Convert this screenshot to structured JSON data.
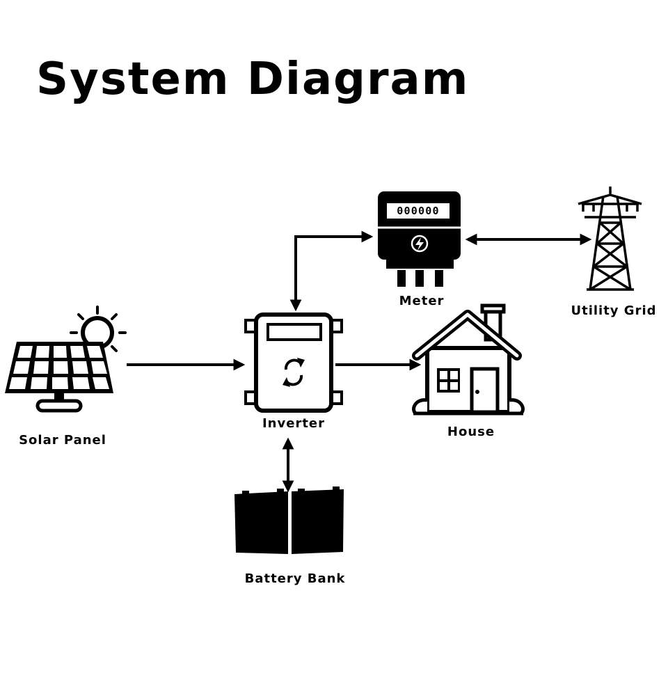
{
  "title": "System Diagram",
  "meter": {
    "digits": "000000"
  },
  "nodes": {
    "solar_panel": {
      "label": "Solar Panel",
      "icon": "solar-panel-icon"
    },
    "inverter": {
      "label": "Inverter",
      "icon": "inverter-icon"
    },
    "meter": {
      "label": "Meter",
      "icon": "electric-meter-icon"
    },
    "utility_grid": {
      "label": "Utility Grid",
      "icon": "transmission-tower-icon"
    },
    "house": {
      "label": "House",
      "icon": "house-icon"
    },
    "battery_bank": {
      "label": "Battery Bank",
      "icon": "battery-icon"
    }
  },
  "connections": [
    {
      "from": "Solar Panel",
      "to": "Inverter",
      "direction": "one-way"
    },
    {
      "from": "Inverter",
      "to": "House",
      "direction": "one-way"
    },
    {
      "from": "Inverter",
      "to": "Meter",
      "direction": "two-way"
    },
    {
      "from": "Meter",
      "to": "Utility Grid",
      "direction": "two-way"
    },
    {
      "from": "Inverter",
      "to": "Battery Bank",
      "direction": "two-way"
    }
  ]
}
